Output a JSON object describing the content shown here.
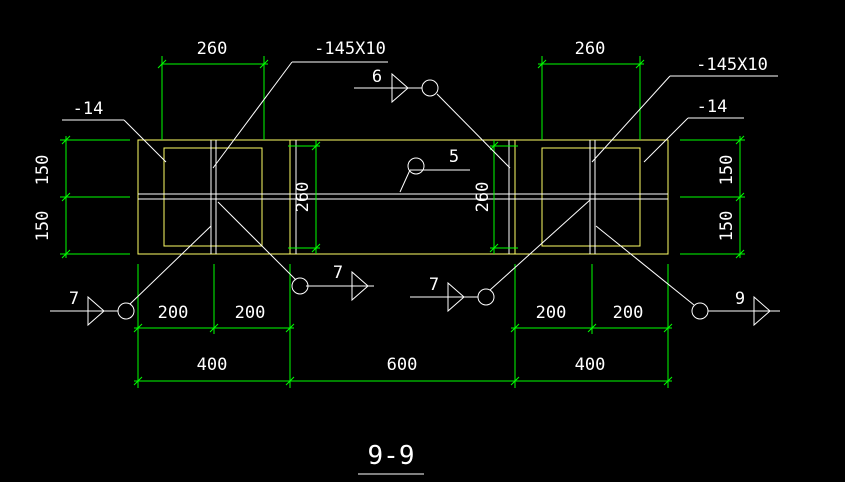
{
  "colors": {
    "background": "#000000",
    "dimension": "#00ff00",
    "outline": "#ffff66",
    "text": "#ffffff"
  },
  "drawing": {
    "section_title": "9-9",
    "plates": {
      "left_rib": "-145X10",
      "right_rib": "-145X10",
      "left_plate": "-14",
      "right_plate": "-14"
    },
    "dimensions": {
      "top_left_width": "260",
      "top_right_width": "260",
      "left_upper_height": "150",
      "left_lower_height": "150",
      "right_upper_height": "150",
      "right_lower_height": "150",
      "center_left_height": "260",
      "center_right_height": "260",
      "bottom_left_a": "200",
      "bottom_left_b": "200",
      "bottom_right_a": "200",
      "bottom_right_b": "200",
      "overall_left": "400",
      "overall_center": "600",
      "overall_right": "400"
    },
    "weld_marks": {
      "top_center": "6",
      "middle": "5",
      "bottom_left": "7",
      "bottom_center_left": "7",
      "bottom_center_right": "7",
      "bottom_right": "9"
    }
  }
}
